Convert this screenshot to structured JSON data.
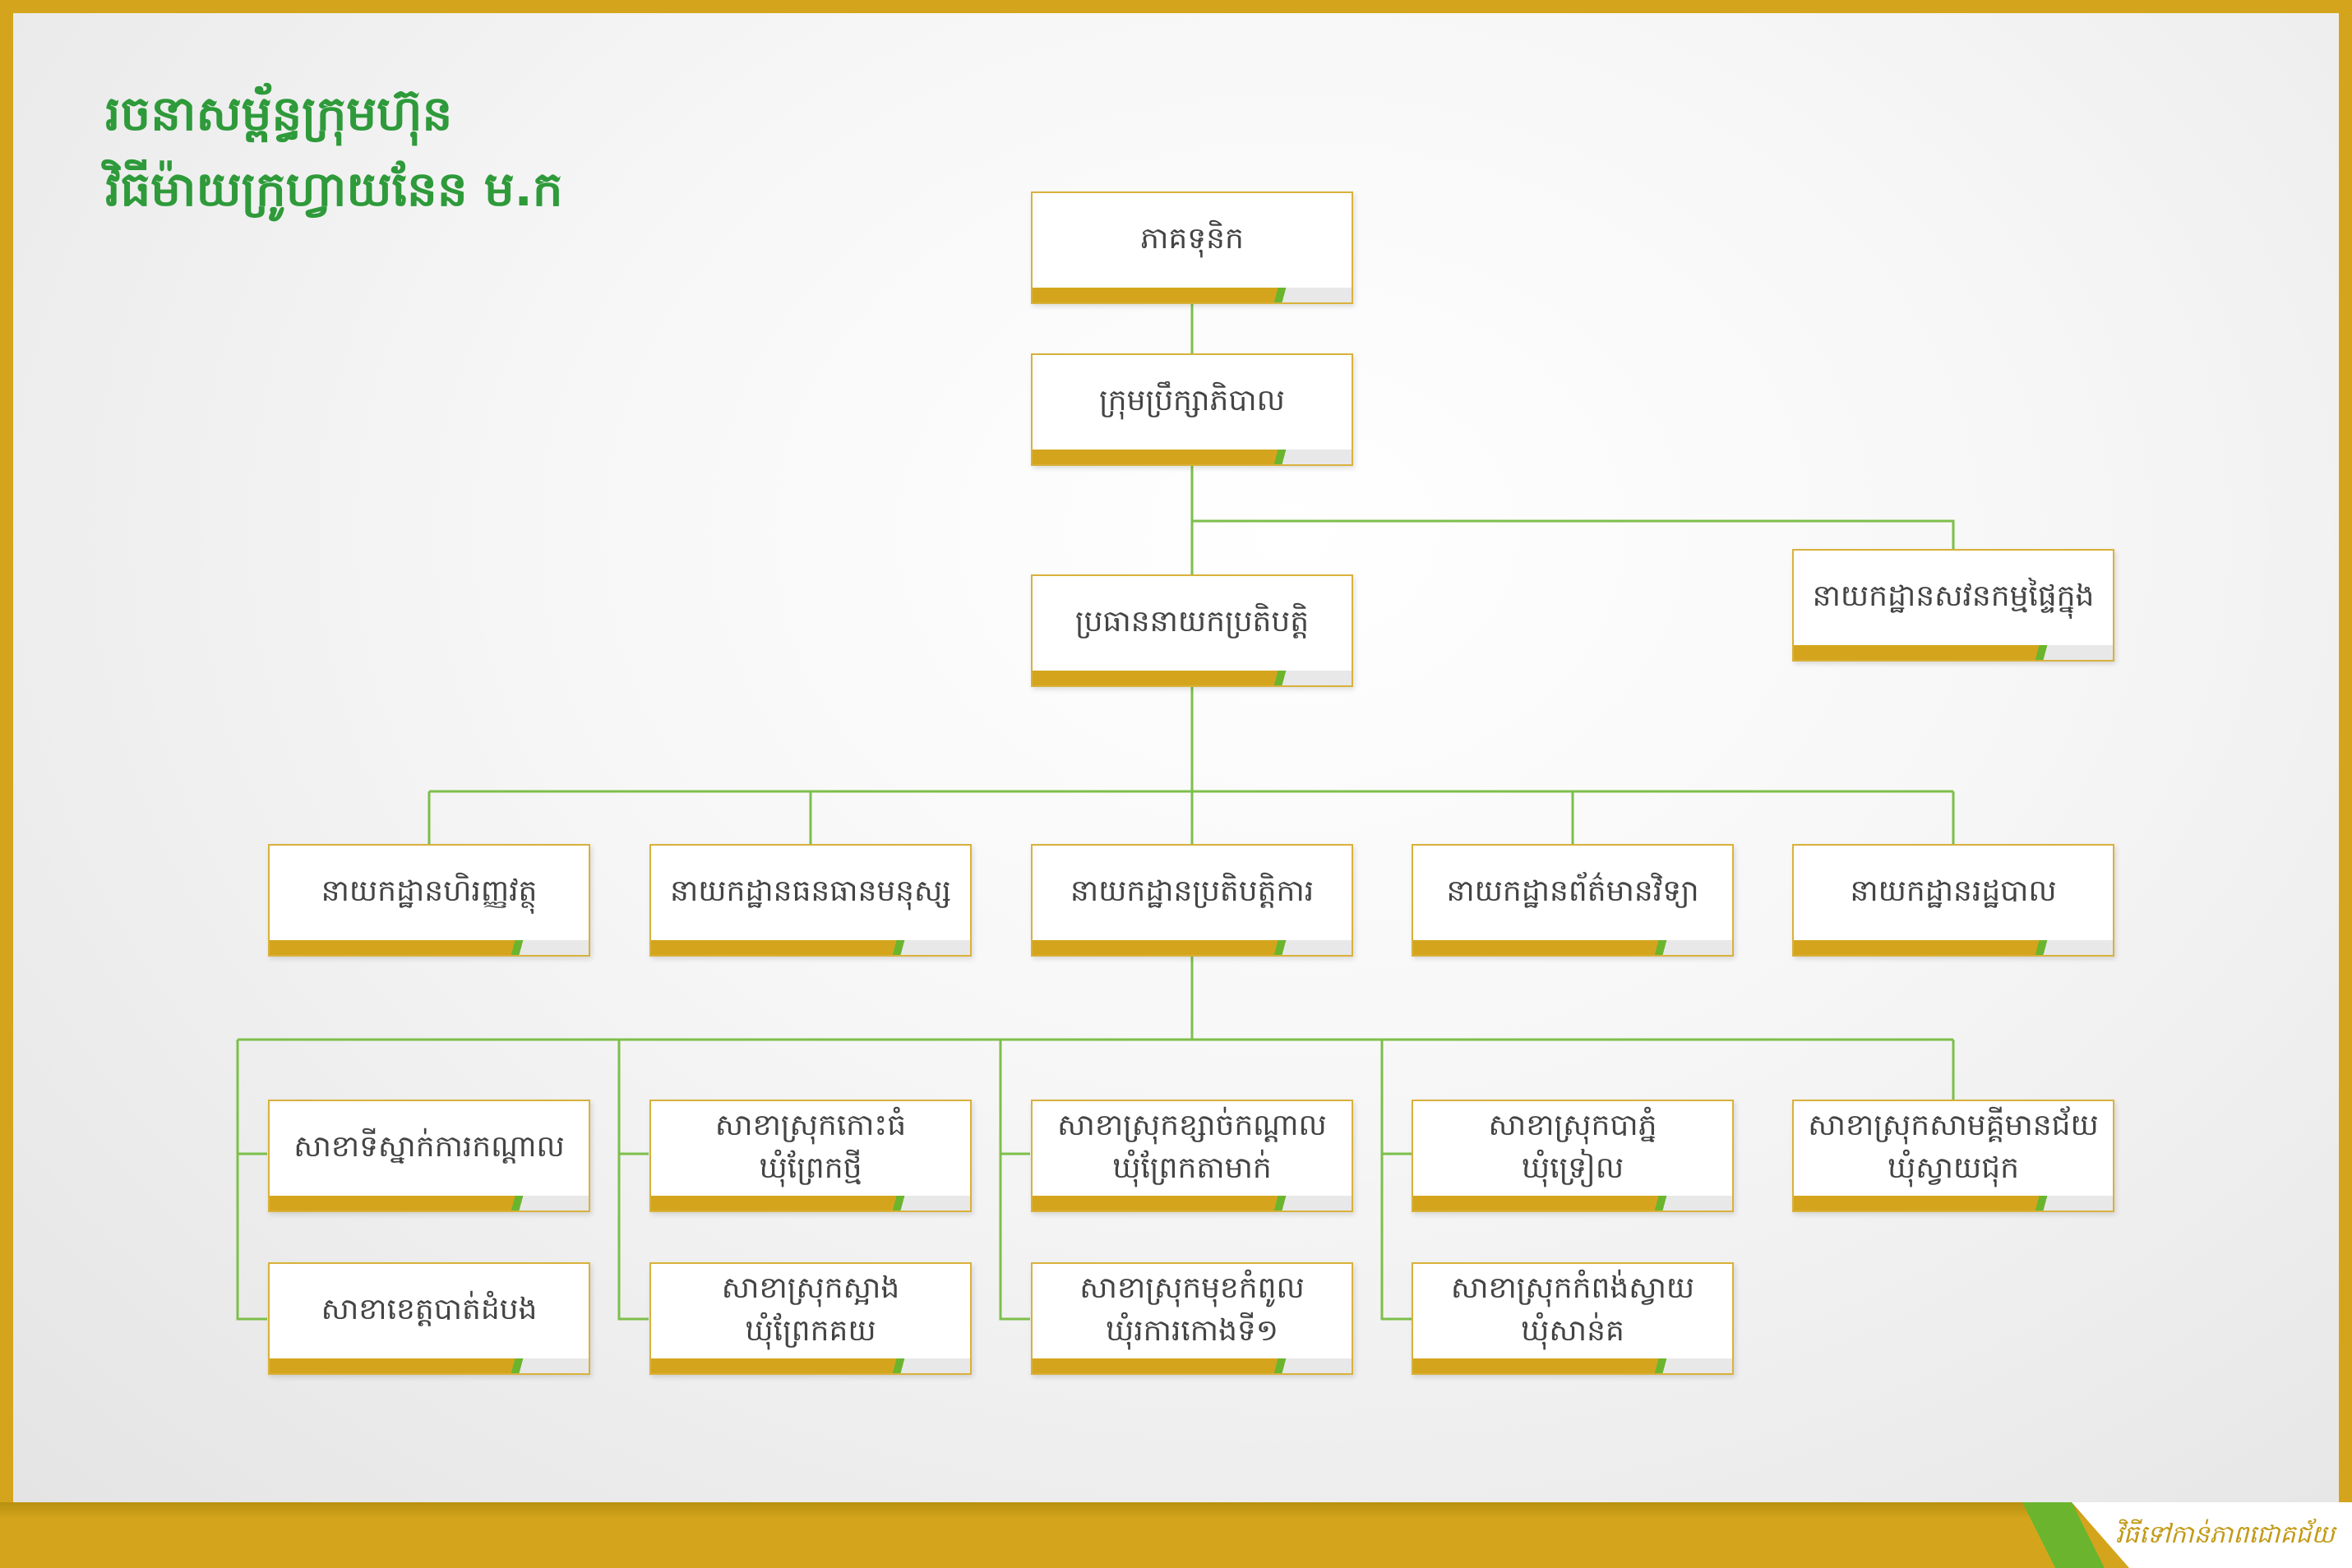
{
  "title": {
    "line1": "រចនាសម្ព័ន្ធក្រុមហ៊ុន",
    "line2": "វិធីម៉ាយក្រូហ្វាយនែន ម.ក"
  },
  "slogan": "វិធីទៅកាន់ភាពជោគជ័យ",
  "colors": {
    "gold": "#d4a51c",
    "green": "#6bb52e",
    "title_green": "#2e9a3a"
  },
  "nodes": {
    "shareholders": "ភាគទុនិក",
    "board": "ក្រុមប្រឹក្សាភិបាល",
    "internal_audit": "នាយកដ្ឋានសវនកម្មផ្ទៃក្នុង",
    "ceo": "ប្រធាននាយកប្រតិបត្តិ",
    "departments": [
      "នាយកដ្ឋានហិរញ្ញវត្ថុ",
      "នាយកដ្ឋានធនធានមនុស្ស",
      "នាយកដ្ឋានប្រតិបត្តិការ",
      "នាយកដ្ឋានព័ត៌មានវិទ្យា",
      "នាយកដ្ឋានរដ្ឋបាល"
    ],
    "branches": [
      {
        "line1": "សាខាទីស្នាក់ការកណ្តាល",
        "line2": ""
      },
      {
        "line1": "សាខាខេត្តបាត់ដំបង",
        "line2": ""
      },
      {
        "line1": "សាខាស្រុកកោះធំ",
        "line2": "ឃុំព្រែកថ្មី"
      },
      {
        "line1": "សាខាស្រុកស្អាង",
        "line2": "ឃុំព្រែកគយ"
      },
      {
        "line1": "សាខាស្រុកខ្សាច់កណ្តាល",
        "line2": "ឃុំព្រែកតាមាក់"
      },
      {
        "line1": "សាខាស្រុកមុខកំពូល",
        "line2": "ឃុំរការកោងទី១"
      },
      {
        "line1": "សាខាស្រុកបាភ្នំ",
        "line2": "ឃុំទ្រៀល"
      },
      {
        "line1": "សាខាស្រុកកំពង់ស្វាយ",
        "line2": "ឃុំសាន់គ"
      },
      {
        "line1": "សាខាស្រុកសាមគ្គីមានជ័យ",
        "line2": "ឃុំស្វាយជុក"
      }
    ]
  }
}
